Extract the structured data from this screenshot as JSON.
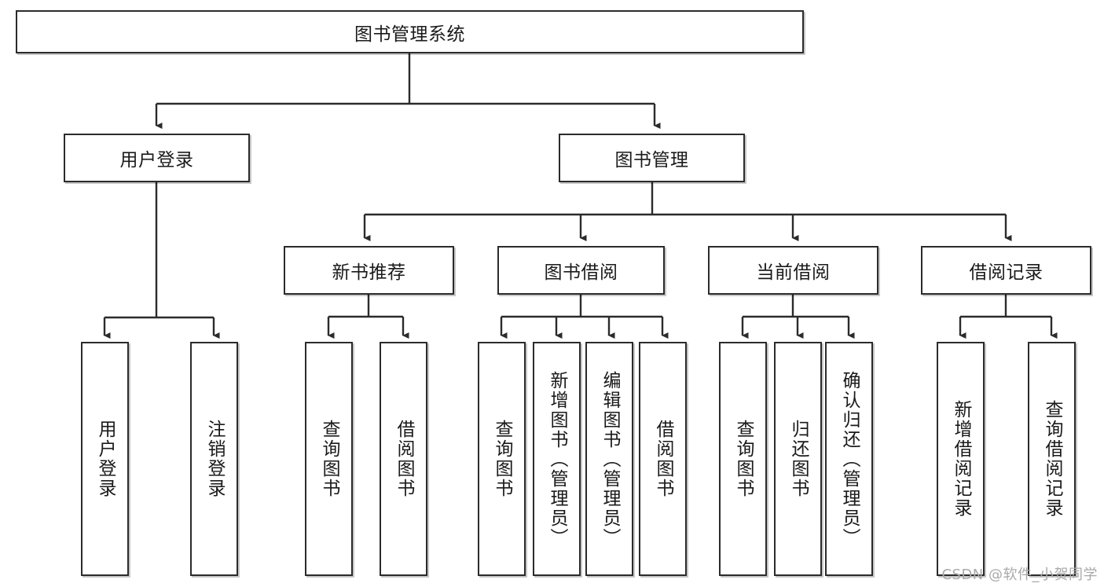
{
  "diagram": {
    "type": "tree",
    "root": {
      "label": "图书管理系统"
    },
    "level1": [
      {
        "label": "用户登录"
      },
      {
        "label": "图书管理"
      }
    ],
    "level2": [
      {
        "label": "新书推荐"
      },
      {
        "label": "图书借阅"
      },
      {
        "label": "当前借阅"
      },
      {
        "label": "借阅记录"
      }
    ],
    "leaves": {
      "user_login": [
        {
          "label": "用户登录"
        },
        {
          "label": "注销登录"
        }
      ],
      "new_book_recommend": [
        {
          "label": "查询图书"
        },
        {
          "label": "借阅图书"
        }
      ],
      "book_borrow": [
        {
          "label": "查询图书"
        },
        {
          "label": "新增图书（管理员）"
        },
        {
          "label": "编辑图书（管理员）"
        },
        {
          "label": "借阅图书"
        }
      ],
      "current_borrow": [
        {
          "label": "查询图书"
        },
        {
          "label": "归还图书"
        },
        {
          "label": "确认归还（管理员）"
        }
      ],
      "borrow_record": [
        {
          "label": "新增借阅记录"
        },
        {
          "label": "查询借阅记录"
        }
      ]
    }
  },
  "watermark": {
    "text": "CSDN @软件_小贺同学"
  },
  "colors": {
    "border": "#2b2b2b",
    "background": "#ffffff",
    "text": "#1a1a1a",
    "watermark": "#a9a9a9"
  }
}
